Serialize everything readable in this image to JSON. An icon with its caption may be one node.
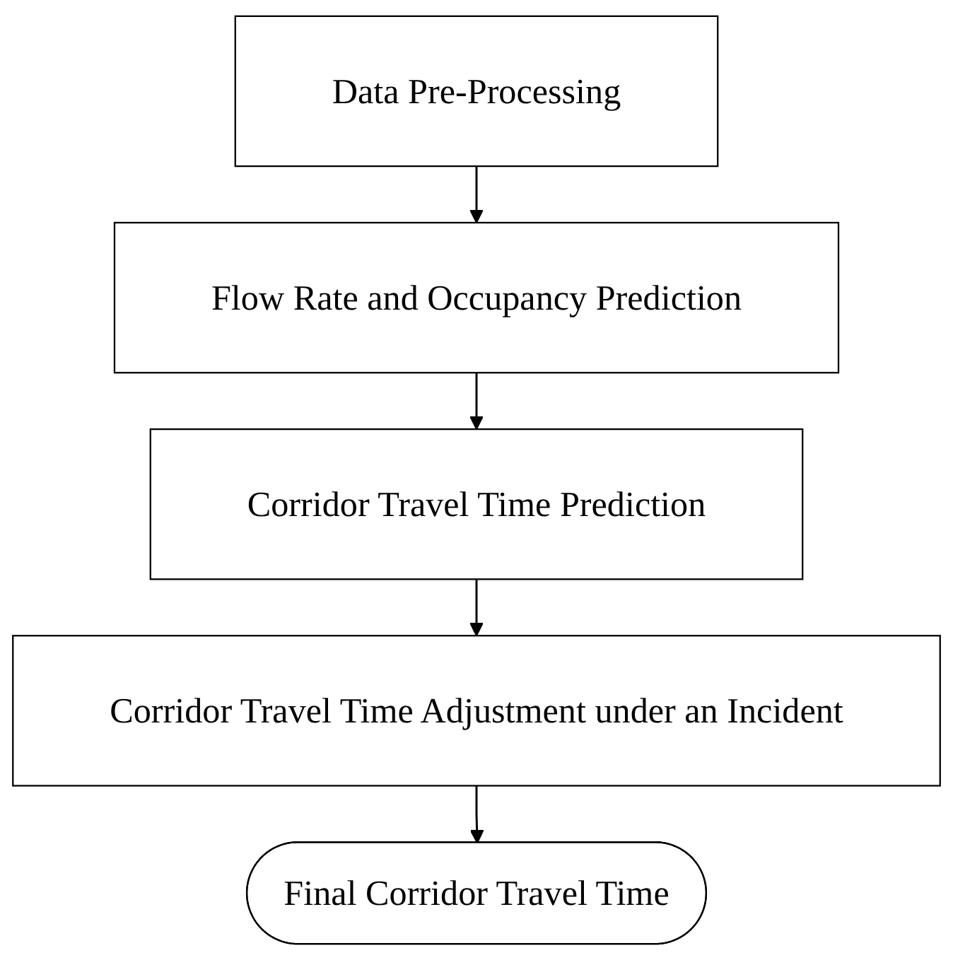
{
  "diagram": {
    "nodes": [
      {
        "text": [
          "Data Pre-Processing"
        ]
      },
      {
        "text": [
          "Flow Rate and Occupancy Prediction"
        ]
      },
      {
        "text": [
          "Corridor Travel Time Prediction"
        ]
      },
      {
        "text": [
          "Corridor Travel Time Adjustment under an Incident"
        ]
      },
      {
        "text": [
          "Final Corridor Travel Time"
        ]
      }
    ],
    "edges": [
      {
        "from": 0,
        "to": 1,
        "arrow": "to"
      },
      {
        "from": 1,
        "to": 2,
        "arrow": "to"
      },
      {
        "from": 2,
        "to": 3,
        "arrow": "to"
      },
      {
        "from": 3,
        "to": 4,
        "arrow": "to"
      }
    ]
  }
}
